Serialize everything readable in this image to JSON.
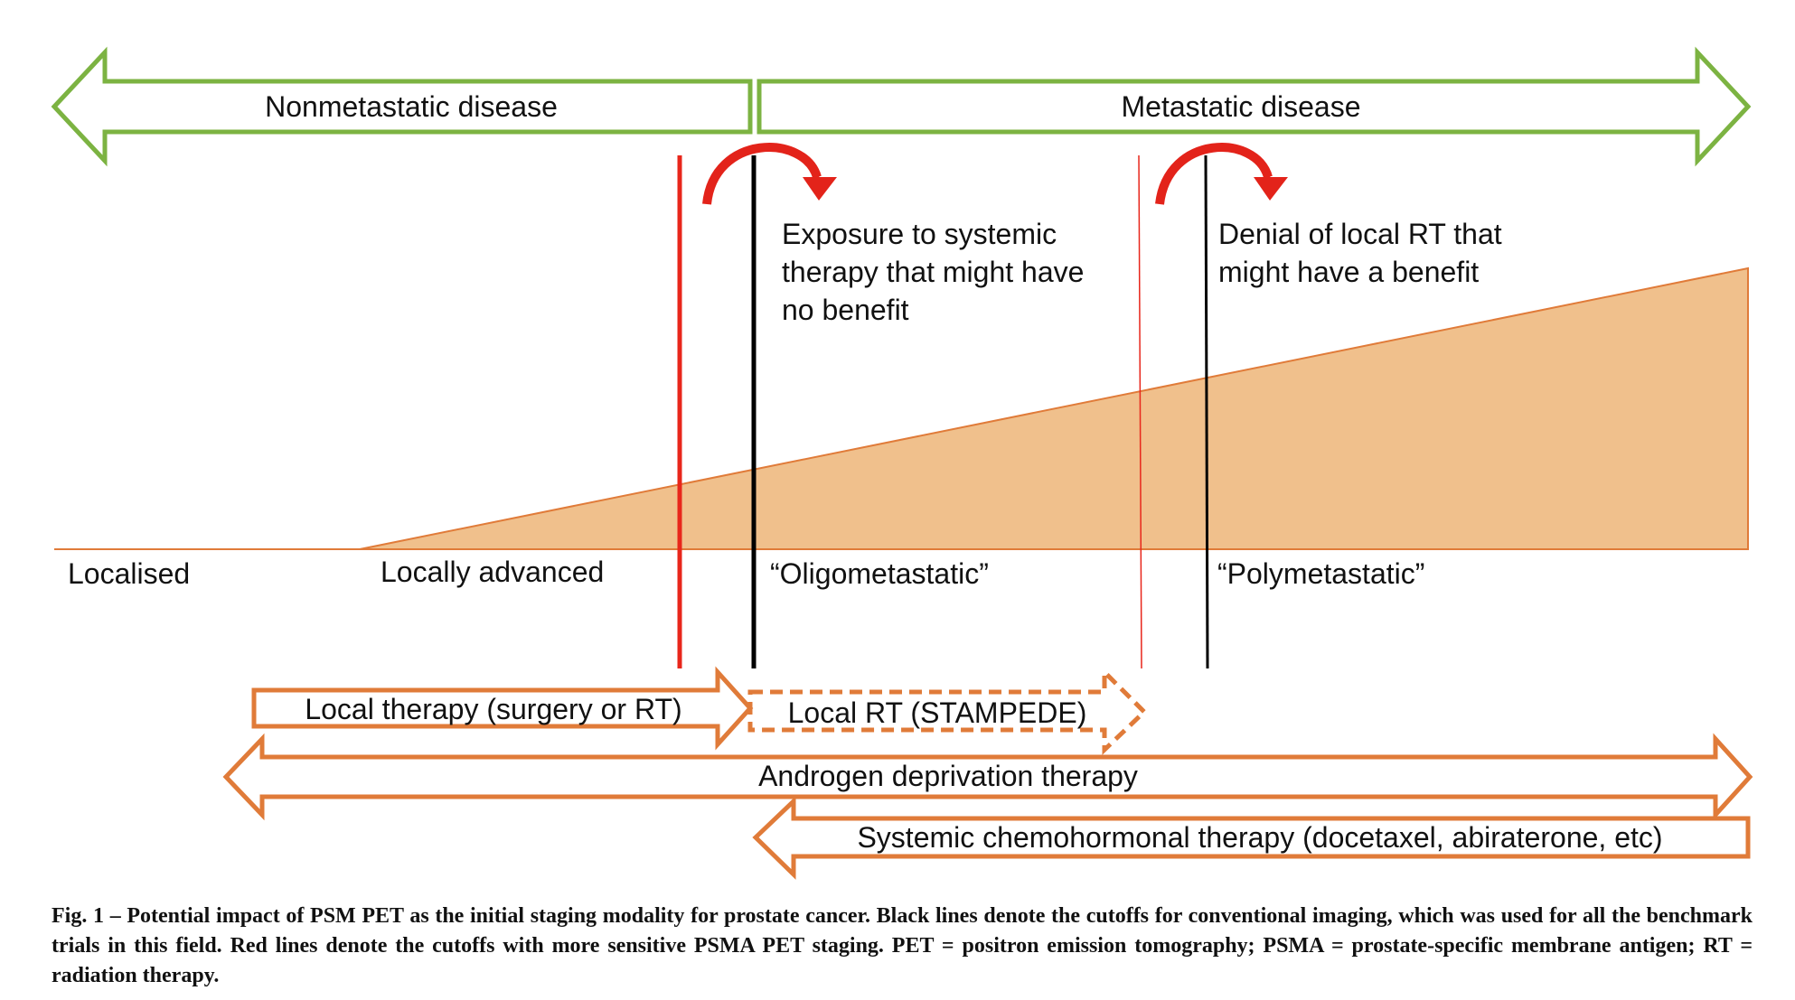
{
  "colors": {
    "green_arrow": "#7cb342",
    "orange_arrow": "#e07b39",
    "wedge_fill": "#f0c08c",
    "black_line": "#000000",
    "red_line": "#e8261b",
    "curved_arrow": "#e3231a"
  },
  "disease_band": {
    "nonmetastatic": "Nonmetastatic disease",
    "metastatic": "Metastatic disease"
  },
  "annotations": {
    "systemic": [
      "Exposure to systemic",
      "therapy that might have",
      "no benefit"
    ],
    "local": [
      "Denial of local RT that",
      "might have a benefit"
    ]
  },
  "stages": {
    "localised": "Localised",
    "locally_advanced": "Locally advanced",
    "oligometastatic": "“Oligometastatic”",
    "polymetastatic": "“Polymetastatic”"
  },
  "therapies": {
    "local_therapy": "Local therapy (surgery or RT)",
    "local_rt_stampede": "Local RT (STAMPEDE)",
    "adt": "Androgen deprivation therapy",
    "chemohormonal": "Systemic chemohormonal therapy (docetaxel, abiraterone, etc)"
  },
  "caption": "Fig. 1 – Potential impact of PSM PET as the initial staging modality for prostate cancer. Black lines denote the cutoffs for conventional imaging, which was used for all the benchmark trials in this field. Red lines denote the cutoffs with more sensitive PSMA PET staging. PET = positron emission tomography; PSMA = prostate-specific membrane antigen; RT = radiation therapy."
}
